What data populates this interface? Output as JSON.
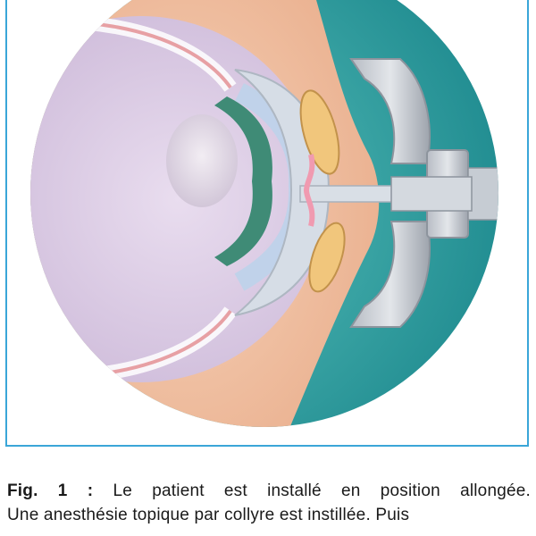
{
  "caption": {
    "label": "Fig. 1 :",
    "line1": "Le patient est installé en position allongée.",
    "line2": "Une anesthésie topique par collyre est instillée. Puis"
  }
}
